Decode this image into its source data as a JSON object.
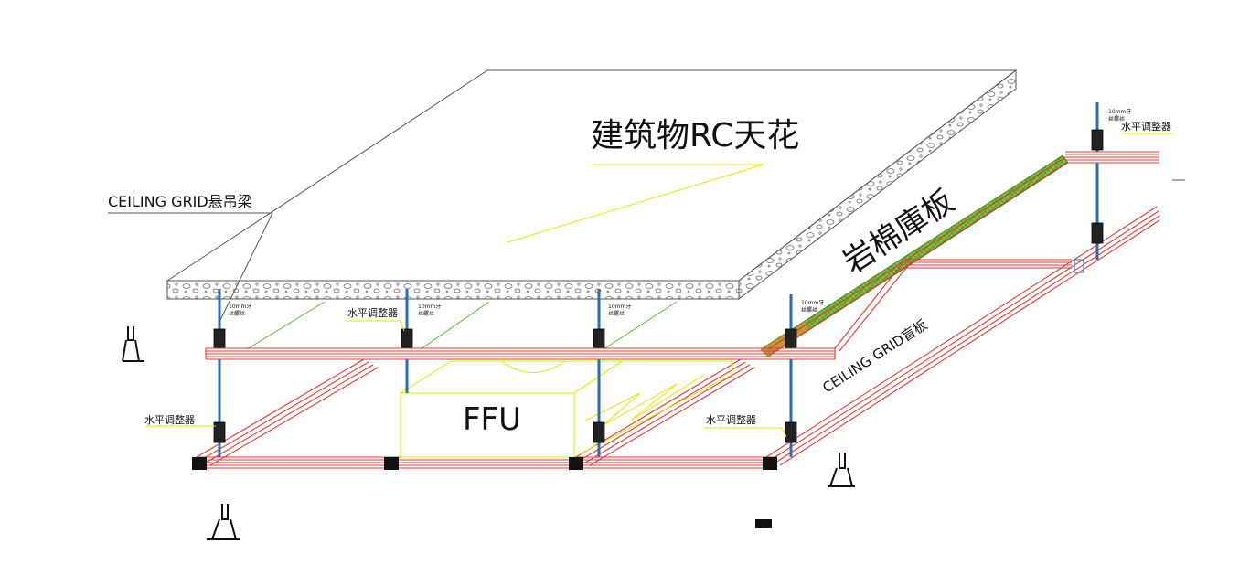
{
  "labels": {
    "ceiling_title": "建筑物RC天花",
    "grid_hanger": "CEILING   GRID悬吊梁",
    "rockwool_panel": "岩棉庫板",
    "grid_blank": "CEILING   GRID盲板",
    "ffu": "FFU",
    "leveler": "水平调整器",
    "rod_top": "10mm牙",
    "rod_bottom": "丝螺丝"
  },
  "colors": {
    "beam": "#e53935",
    "rod": "#2a6fb5",
    "leader": "#e6e600",
    "panel_green": "#7dc242",
    "slab_outline": "#555555"
  },
  "icons": [
    "grid-profile-icon",
    "bracket-icon",
    "leveler-icon"
  ]
}
